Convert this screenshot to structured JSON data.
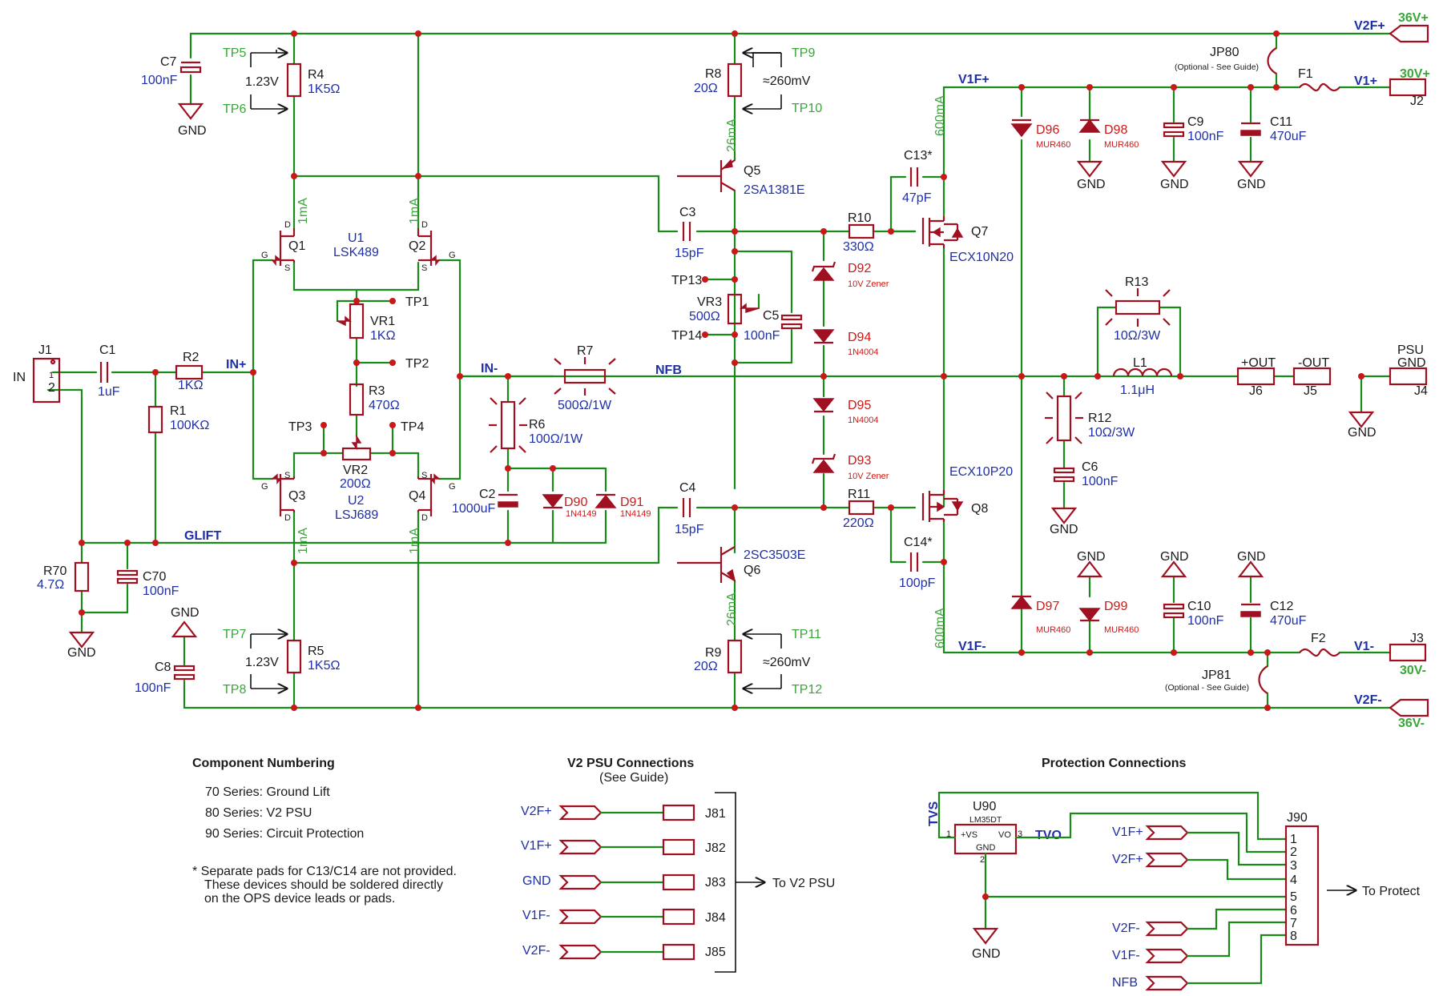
{
  "components": {
    "c7": {
      "ref": "C7",
      "val": "100nF"
    },
    "r4": {
      "ref": "R4",
      "val": "1K5Ω"
    },
    "r8": {
      "ref": "R8",
      "val": "20Ω"
    },
    "q5": {
      "ref": "Q5",
      "val": "2SA1381E"
    },
    "c3": {
      "ref": "C3",
      "val": "15pF"
    },
    "r10": {
      "ref": "R10",
      "val": "330Ω"
    },
    "c13": {
      "ref": "C13*",
      "val": "47pF"
    },
    "q7": {
      "ref": "Q7",
      "val": "ECX10N20"
    },
    "d96": {
      "ref": "D96",
      "val": "MUR460"
    },
    "d98": {
      "ref": "D98",
      "val": "MUR460"
    },
    "c9": {
      "ref": "C9",
      "val": "100nF"
    },
    "c11": {
      "ref": "C11",
      "val": "470uF"
    },
    "jp80": {
      "ref": "JP80",
      "val": "(Optional - See Guide)"
    },
    "f1": {
      "ref": "F1"
    },
    "j2": {
      "ref": "J2"
    },
    "q1": {
      "ref": "Q1"
    },
    "q2": {
      "ref": "Q2"
    },
    "u1": {
      "ref": "U1",
      "val": "LSK489"
    },
    "vr1": {
      "ref": "VR1",
      "val": "1KΩ"
    },
    "vr3": {
      "ref": "VR3",
      "val": "500Ω"
    },
    "c5": {
      "ref": "C5",
      "val": "100nF"
    },
    "d92": {
      "ref": "D92",
      "val": "10V Zener"
    },
    "d94": {
      "ref": "D94",
      "val": "1N4004"
    },
    "r13": {
      "ref": "R13",
      "val": "10Ω/3W"
    },
    "j1": {
      "ref": "J1"
    },
    "c1": {
      "ref": "C1",
      "val": "1uF"
    },
    "r2": {
      "ref": "R2",
      "val": "1KΩ"
    },
    "r1": {
      "ref": "R1",
      "val": "100KΩ"
    },
    "r3": {
      "ref": "R3",
      "val": "470Ω"
    },
    "r7": {
      "ref": "R7",
      "val": "500Ω/1W"
    },
    "l1": {
      "ref": "L1",
      "val": "1.1μH"
    },
    "j6": {
      "ref": "J6"
    },
    "j5": {
      "ref": "J5"
    },
    "j4": {
      "ref": "J4"
    },
    "r6": {
      "ref": "R6",
      "val": "100Ω/1W"
    },
    "r12": {
      "ref": "R12",
      "val": "10Ω/3W"
    },
    "d95": {
      "ref": "D95",
      "val": "1N4004"
    },
    "vr2": {
      "ref": "VR2",
      "val": "200Ω"
    },
    "d93": {
      "ref": "D93",
      "val": "10V Zener"
    },
    "c6": {
      "ref": "C6",
      "val": "100nF"
    },
    "q3": {
      "ref": "Q3"
    },
    "q4": {
      "ref": "Q4"
    },
    "u2": {
      "ref": "U2",
      "val": "LSJ689"
    },
    "c2": {
      "ref": "C2",
      "val": "1000uF"
    },
    "d90": {
      "ref": "D90",
      "val": "1N4149"
    },
    "d91": {
      "ref": "D91",
      "val": "1N4149"
    },
    "c4": {
      "ref": "C4",
      "val": "15pF"
    },
    "r11": {
      "ref": "R11",
      "val": "220Ω"
    },
    "q8": {
      "ref": "Q8",
      "val": "ECX10P20"
    },
    "r70": {
      "ref": "R70",
      "val": "4.7Ω"
    },
    "c70": {
      "ref": "C70",
      "val": "100nF"
    },
    "q6": {
      "ref": "Q6",
      "val": "2SC3503E"
    },
    "c14": {
      "ref": "C14*",
      "val": "100pF"
    },
    "d97": {
      "ref": "D97",
      "val": "MUR460"
    },
    "d99": {
      "ref": "D99",
      "val": "MUR460"
    },
    "c10": {
      "ref": "C10",
      "val": "100nF"
    },
    "c12": {
      "ref": "C12",
      "val": "470uF"
    },
    "c8": {
      "ref": "C8",
      "val": "100nF"
    },
    "r5": {
      "ref": "R5",
      "val": "1K5Ω"
    },
    "r9": {
      "ref": "R9",
      "val": "20Ω"
    },
    "f2": {
      "ref": "F2"
    },
    "j3": {
      "ref": "J3"
    },
    "jp81": {
      "ref": "JP81",
      "val": "(Optional - See Guide)"
    },
    "u90": {
      "ref": "U90",
      "val": "LM35DT"
    },
    "j90": {
      "ref": "J90"
    }
  },
  "nets": {
    "in_label": "IN",
    "in_plus": "IN+",
    "in_minus": "IN-",
    "nfb": "NFB",
    "glift": "GLIFT",
    "v1f_plus": "V1F+",
    "v1f_minus": "V1F-",
    "v2f_plus": "V2F+",
    "v2f_minus": "V2F-",
    "v1_plus": "V1+",
    "v1_minus": "V1-",
    "rail_36p": "36V+",
    "rail_30p": "30V+",
    "rail_30m": "30V-",
    "rail_36m": "36V-",
    "plus_out": "+OUT",
    "minus_out": "-OUT",
    "psu_gnd_1": "PSU",
    "psu_gnd_2": "GND",
    "gnd": "GND",
    "tvs": "TVS",
    "tvo": "TVO"
  },
  "test_points": {
    "tp1": "TP1",
    "tp2": "TP2",
    "tp3": "TP3",
    "tp4": "TP4",
    "tp5": "TP5",
    "tp6": "TP6",
    "tp7": "TP7",
    "tp8": "TP8",
    "tp9": "TP9",
    "tp10": "TP10",
    "tp11": "TP11",
    "tp12": "TP12",
    "tp13": "TP13",
    "tp14": "TP14"
  },
  "measurements": {
    "v123": "1.23V",
    "v260": "≈260mV",
    "i1ma": "1mA",
    "i26ma": "26mA",
    "i600ma": "600mA"
  },
  "fet_pins": {
    "g": "G",
    "d": "D",
    "s": "S"
  },
  "j1_pins": {
    "p1": "1",
    "p2": "2"
  },
  "numbering": {
    "title": "Component Numbering",
    "lines": [
      "70 Series: Ground Lift",
      "80 Series: V2 PSU",
      "90 Series:  Circuit Protection"
    ],
    "note": [
      "*  Separate pads for C13/C14 are not provided.",
      "These devices should be soldered directly",
      "on the OPS device leads or pads."
    ]
  },
  "psu_conn": {
    "title": "V2 PSU Connections",
    "subtitle": "(See Guide)",
    "rows": [
      {
        "net": "V2F+",
        "jack": "J81"
      },
      {
        "net": "V1F+",
        "jack": "J82"
      },
      {
        "net": "GND",
        "jack": "J83"
      },
      {
        "net": "V1F-",
        "jack": "J84"
      },
      {
        "net": "V2F-",
        "jack": "J85"
      }
    ],
    "arrow_label": "To V2 PSU"
  },
  "protect": {
    "title": "Protection Connections",
    "u90_pins": {
      "vs": "+VS",
      "vo": "VO",
      "gnd": "GND",
      "p1": "1",
      "p2": "2",
      "p3": "3"
    },
    "inputs": [
      "V1F+",
      "V2F+",
      "V2F-",
      "V1F-",
      "NFB"
    ],
    "j90_pins": [
      "1",
      "2",
      "3",
      "4",
      "5",
      "6",
      "7",
      "8"
    ],
    "arrow_label": "To Protect"
  },
  "colors": {
    "wire": "#1a8a1a",
    "component": "#a01020",
    "junction": "#c81818",
    "value": "#1f2fa6",
    "testpoint": "#3aa63a"
  }
}
